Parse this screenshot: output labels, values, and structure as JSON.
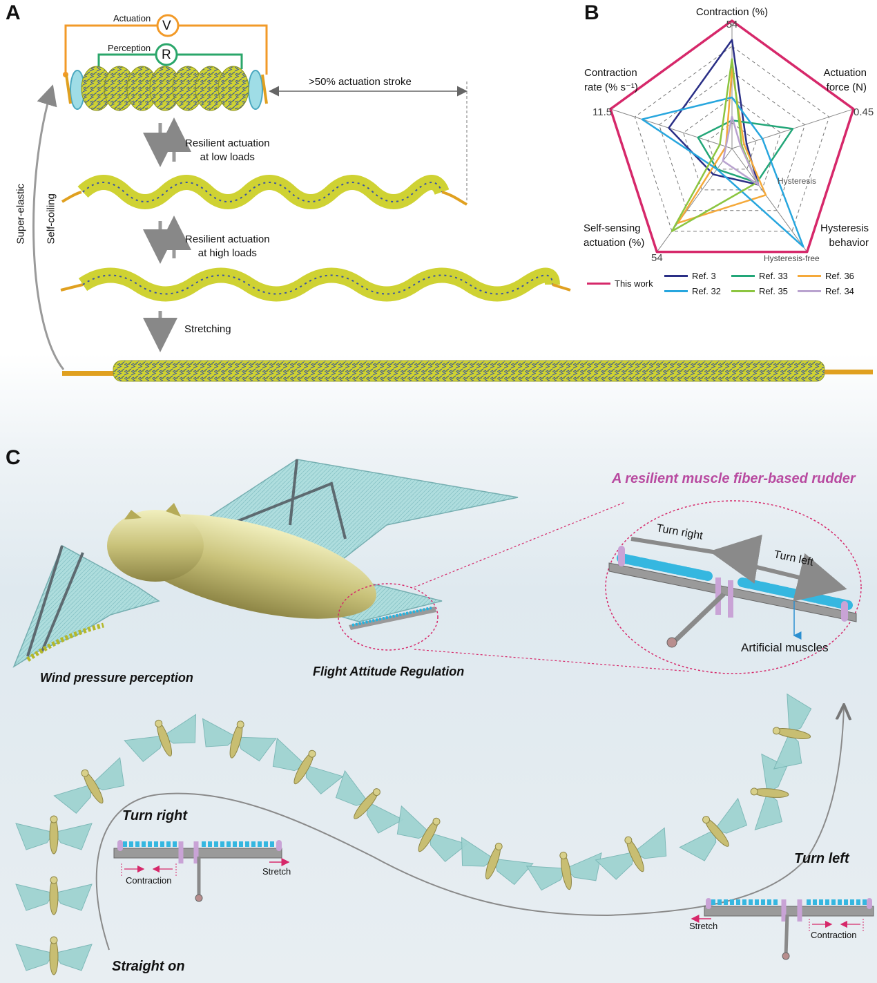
{
  "panels": {
    "a": "A",
    "b": "B",
    "c": "C"
  },
  "panel_a": {
    "actuation": "Actuation",
    "v_symbol": "V",
    "perception": "Perception",
    "r_symbol": "R",
    "stroke": ">50% actuation stroke",
    "low_loads_line1": "Resilient actuation",
    "low_loads_line2": "at low loads",
    "high_loads_line1": "Resilient actuation",
    "high_loads_line2": "at high loads",
    "stretching": "Stretching",
    "super_elastic": "Super-elastic",
    "self_coiling": "Self-coiling"
  },
  "chart_data": {
    "type": "radar",
    "axes": [
      {
        "label_lines": [
          "Contraction (%)"
        ],
        "max_label": "54"
      },
      {
        "label_lines": [
          "Actuation",
          "force (N)"
        ],
        "max_label": "0.45"
      },
      {
        "label_lines": [
          "Hysteresis",
          "behavior"
        ],
        "max_label": "Hysteresis-free",
        "inner_label": "Hysteresis"
      },
      {
        "label_lines": [
          "Self-sensing",
          "actuation (%)"
        ],
        "max_label": "54"
      },
      {
        "label_lines": [
          "Contraction",
          "rate (% s⁻¹)"
        ],
        "max_label": "11.5"
      }
    ],
    "rings": 5,
    "series": [
      {
        "name": "This work",
        "color": "#d6286a",
        "values": [
          1.0,
          1.0,
          1.0,
          1.0,
          1.0
        ]
      },
      {
        "name": "Ref. 3",
        "color": "#2a2f86",
        "values": [
          0.85,
          0.12,
          0.35,
          0.25,
          0.52
        ]
      },
      {
        "name": "Ref. 33",
        "color": "#22a678",
        "values": [
          0.22,
          0.5,
          0.33,
          0.2,
          0.28
        ]
      },
      {
        "name": "Ref. 36",
        "color": "#f5a93a",
        "values": [
          0.62,
          0.1,
          0.45,
          0.72,
          0.05
        ]
      },
      {
        "name": "Ref. 32",
        "color": "#27a6de",
        "values": [
          0.4,
          0.25,
          0.95,
          0.2,
          0.74
        ]
      },
      {
        "name": "Ref. 35",
        "color": "#8cc540",
        "values": [
          0.7,
          0.08,
          0.33,
          0.8,
          0.1
        ]
      },
      {
        "name": "Ref. 34",
        "color": "#b9a3cf",
        "values": [
          0.25,
          0.07,
          0.35,
          0.12,
          0.05
        ]
      }
    ]
  },
  "panel_c": {
    "rudder_title": "A resilient muscle fiber-based rudder",
    "turn_right": "Turn right",
    "turn_left": "Turn left",
    "artificial_muscles": "Artificial muscles",
    "wind_pressure": "Wind pressure perception",
    "flight_attitude": "Flight Attitude Regulation",
    "path_turn_right": "Turn right",
    "path_turn_left": "Turn left",
    "straight_on": "Straight on",
    "contraction_1": "Contraction",
    "stretch_1": "Stretch",
    "stretch_2": "Stretch",
    "contraction_2": "Contraction"
  },
  "colors": {
    "actuation_orange": "#f29a28",
    "perception_green": "#2aa66a",
    "fiber_yellow": "#cfd233",
    "wing_cyan": "#9fd6d6",
    "rudder_title_purple": "#b84aa0",
    "dashed_pink": "#d6286a"
  }
}
